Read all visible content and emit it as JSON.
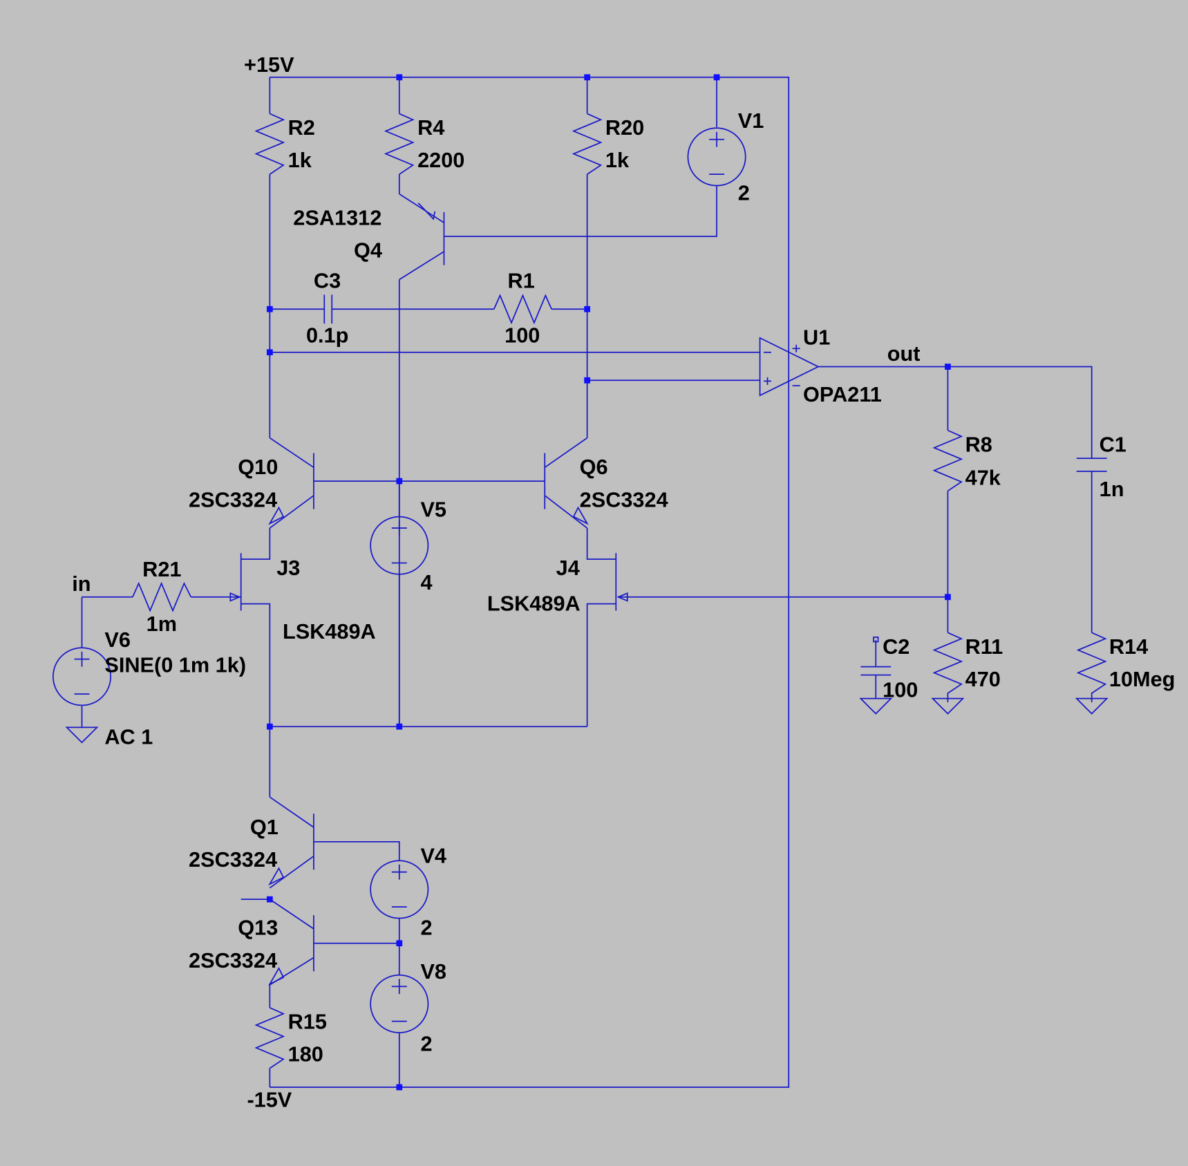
{
  "colors": {
    "background": "#c0c0c0",
    "wire": "#1a1ac8",
    "junction": "#1010ff",
    "text": "#000000"
  },
  "nets": {
    "vpos": "+15V",
    "vneg": "-15V",
    "input": "in",
    "output": "out"
  },
  "components": {
    "R2": {
      "name": "R2",
      "value": "1k"
    },
    "R4": {
      "name": "R4",
      "value": "2200"
    },
    "R20": {
      "name": "R20",
      "value": "1k"
    },
    "V1": {
      "name": "V1",
      "value": "2"
    },
    "Q4": {
      "name": "Q4",
      "model": "2SA1312"
    },
    "C3": {
      "name": "C3",
      "value": "0.1p"
    },
    "R1": {
      "name": "R1",
      "value": "100"
    },
    "U1": {
      "name": "U1",
      "model": "OPA211"
    },
    "Q10": {
      "name": "Q10",
      "model": "2SC3324"
    },
    "Q6": {
      "name": "Q6",
      "model": "2SC3324"
    },
    "V5": {
      "name": "V5",
      "value": "4"
    },
    "R21": {
      "name": "R21",
      "value": "1m"
    },
    "J3": {
      "name": "J3",
      "model": "LSK489A"
    },
    "J4": {
      "name": "J4",
      "model": "LSK489A"
    },
    "V6": {
      "name": "V6",
      "value": "SINE(0 1m 1k)",
      "ac": "AC 1"
    },
    "R8": {
      "name": "R8",
      "value": "47k"
    },
    "C1": {
      "name": "C1",
      "value": "1n"
    },
    "C2": {
      "name": "C2",
      "value": "100"
    },
    "R11": {
      "name": "R11",
      "value": "470"
    },
    "R14": {
      "name": "R14",
      "value": "10Meg"
    },
    "Q1": {
      "name": "Q1",
      "model": "2SC3324"
    },
    "Q13": {
      "name": "Q13",
      "model": "2SC3324"
    },
    "V4": {
      "name": "V4",
      "value": "2"
    },
    "V8": {
      "name": "V8",
      "value": "2"
    },
    "R15": {
      "name": "R15",
      "value": "180"
    }
  }
}
